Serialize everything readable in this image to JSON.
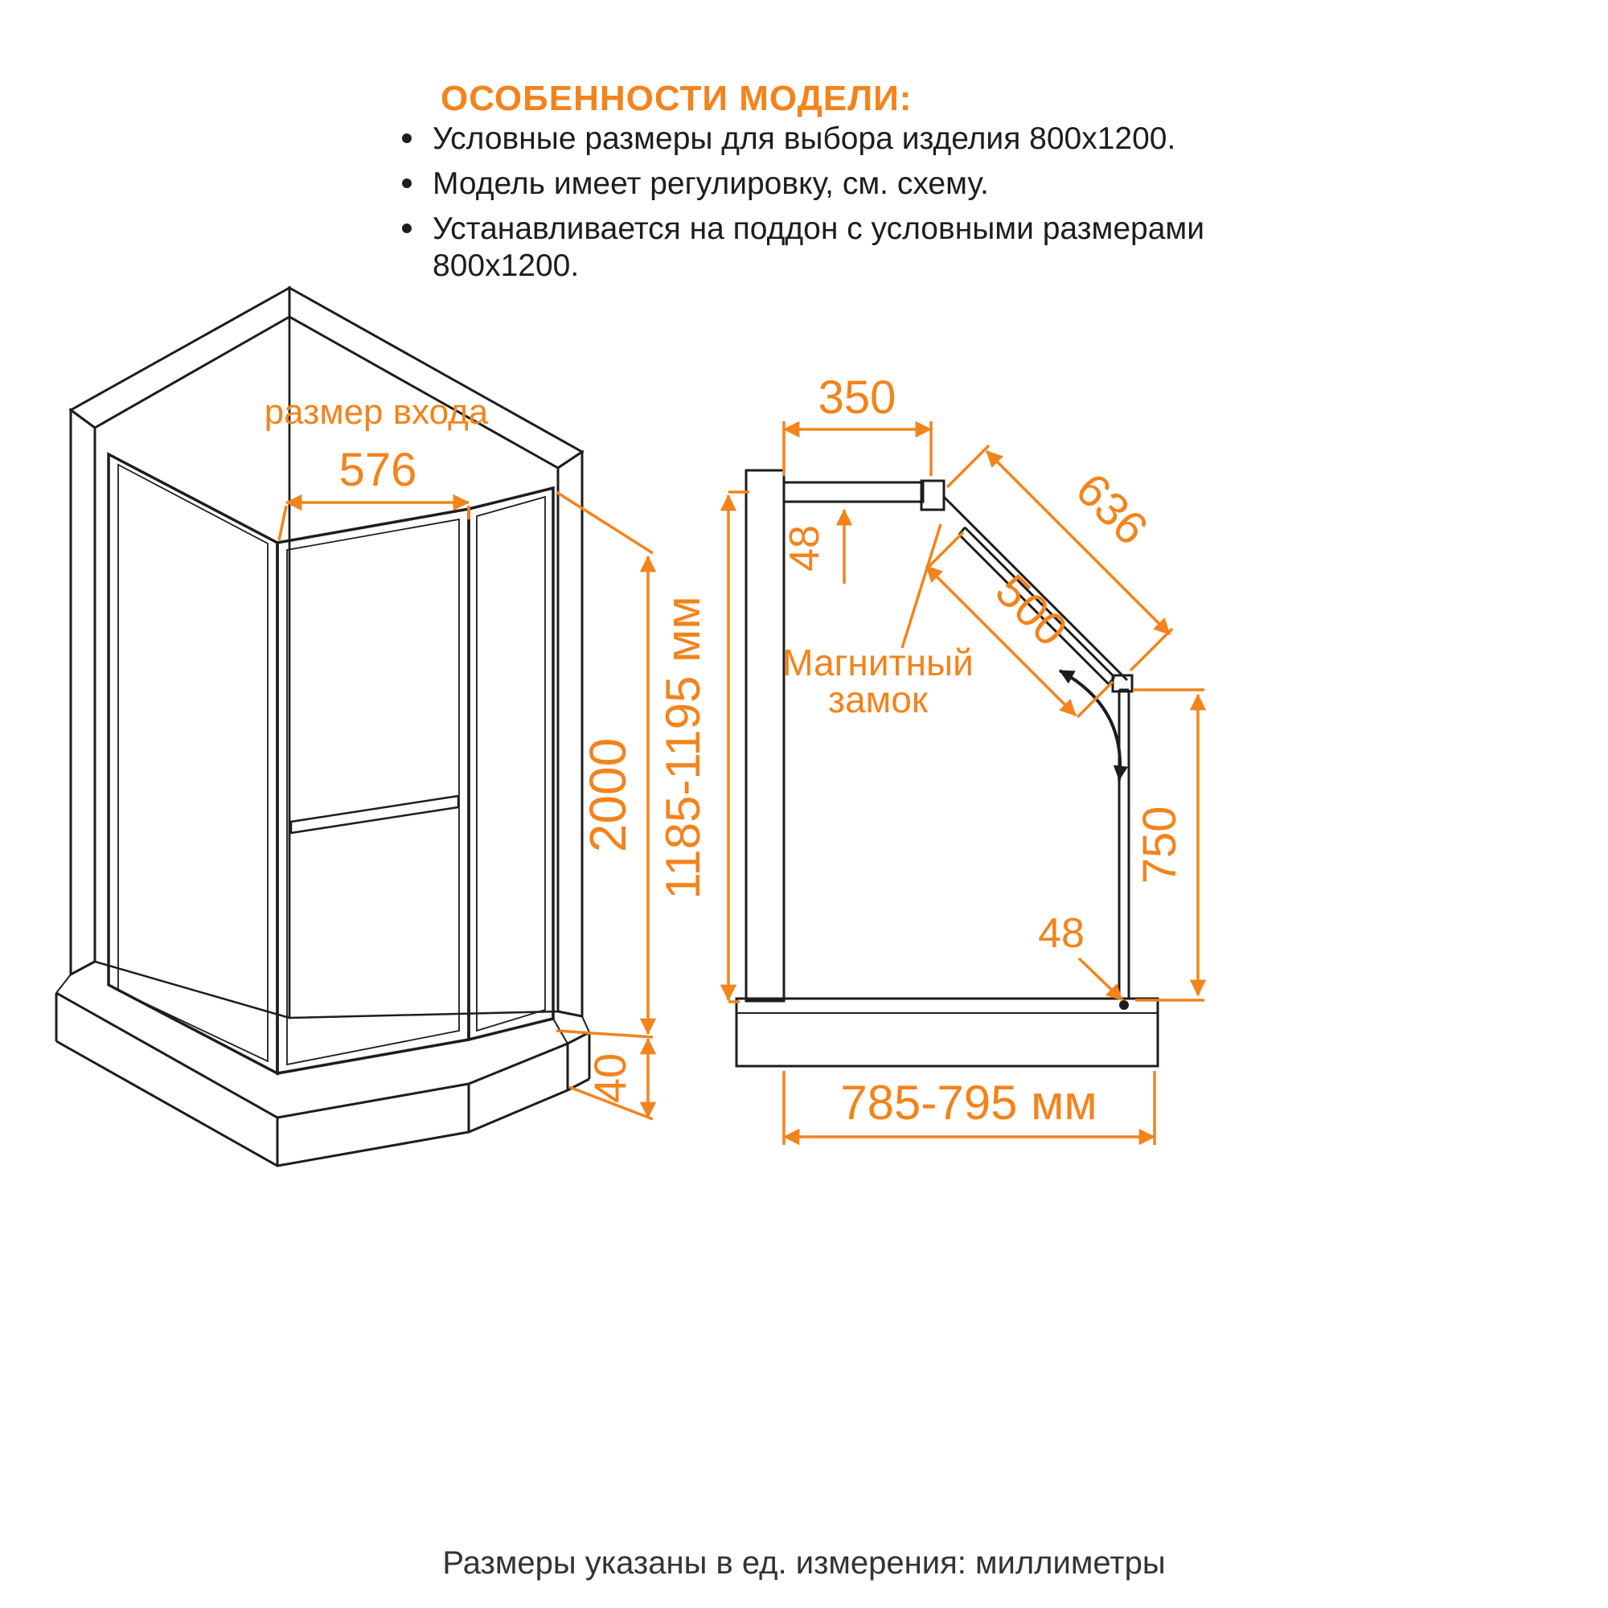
{
  "colors": {
    "accent": "#F3831B",
    "line": "#1d1d1d",
    "hatch": "#555555"
  },
  "features": {
    "title": "ОСОБЕННОСТИ МОДЕЛИ:",
    "bullets": [
      "Условные размеры для выбора изделия 800х1200.",
      "Модель имеет регулировку, см. схему.",
      "Устанавливается на поддон с условными размерами 800х1200."
    ]
  },
  "iso": {
    "entrance_label": "размер входа",
    "entrance_width": "576",
    "height": "2000",
    "tray_height": "40"
  },
  "plan": {
    "top_panel": "350",
    "profile_top": "48",
    "diagonal": "636",
    "door": "500",
    "lock_line1": "Магнитный",
    "lock_line2": "замок",
    "side": "750",
    "profile_bottom": "48",
    "depth": "1185-1195 мм",
    "width": "785-795 мм"
  },
  "footer": "Размеры указаны в ед. измерения: миллиметры"
}
